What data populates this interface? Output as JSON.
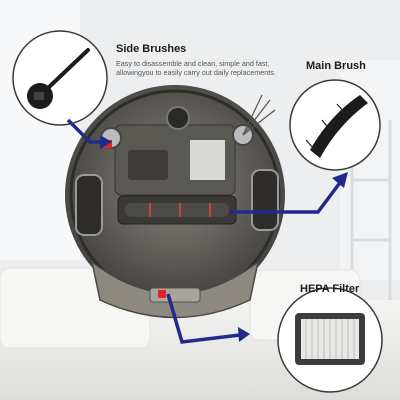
{
  "callouts": {
    "side_brushes": {
      "title": "Side Brushes",
      "description": "Easy to disassemble and clean, simple and fast, allowingyou to easily carry out daily replacements."
    },
    "main_brush": {
      "title": "Main Brush"
    },
    "hepa_filter": {
      "title": "HEPA Filter"
    }
  },
  "colors": {
    "arrow": "#1f2a8c",
    "highlight": "#e0242a",
    "robot_body": "#6f6c66",
    "background": "#eef0f2"
  }
}
